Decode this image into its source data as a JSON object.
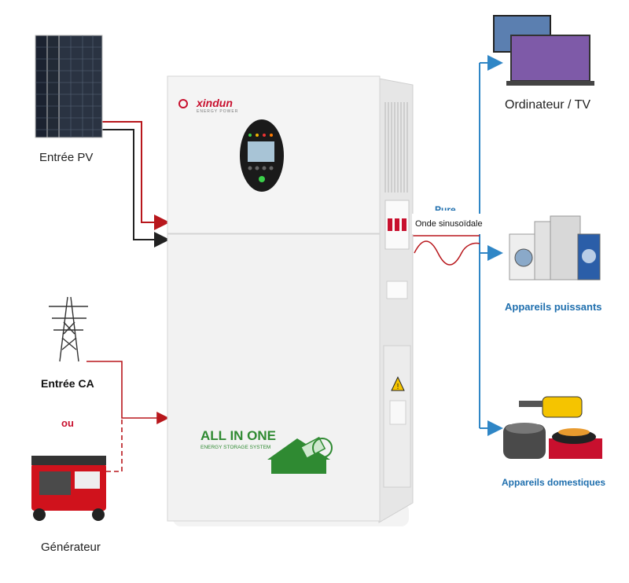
{
  "inputs": {
    "pv_label": "Entrée PV",
    "ac_label": "Entrée CA",
    "or_label": "ou",
    "generator_label": "Générateur"
  },
  "outputs": {
    "computer_tv_label": "Ordinateur / TV",
    "heavy_appliances_label": "Appareils puissants",
    "home_appliances_label": "Appareils domestiques",
    "wave_label": "Onde sinusoïdale",
    "pure_partial": "Pure"
  },
  "unit": {
    "brand": "xindun",
    "brand_sub": "ENERGY POWER",
    "product_title": "ALL IN ONE",
    "product_subtitle": "ENERGY STORAGE SYSTEM"
  },
  "colors": {
    "dc_positive": "#b8171c",
    "dc_negative": "#222222",
    "ac_line": "#b8171c",
    "output_line": "#2f86c6",
    "brand_green": "#2f8a32",
    "unit_body": "#f2f2f2"
  }
}
